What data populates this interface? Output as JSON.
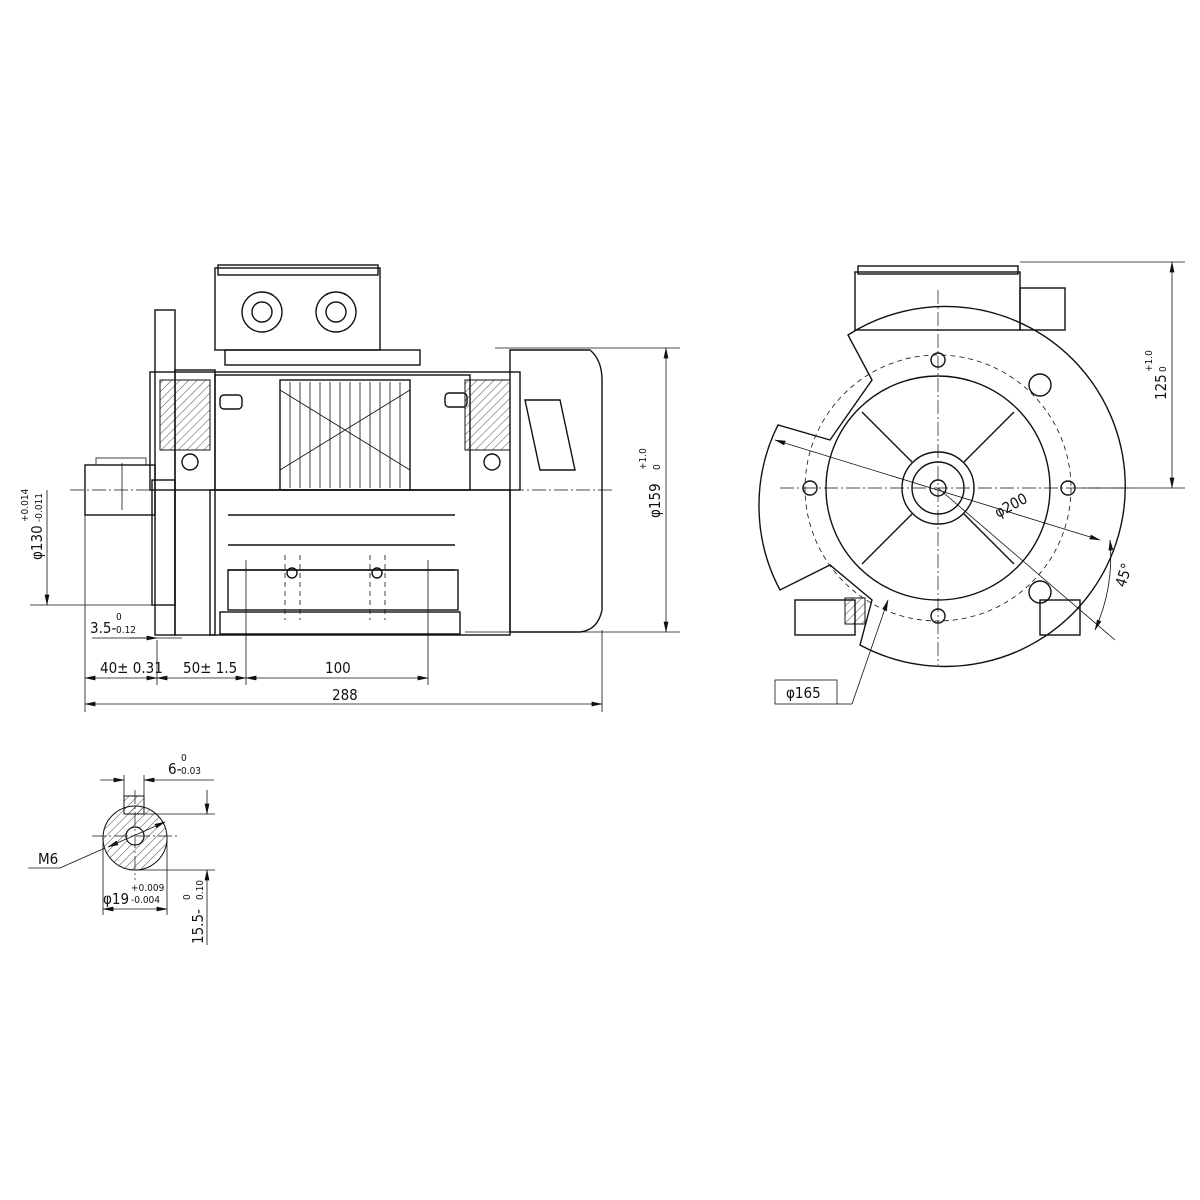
{
  "drawing": {
    "side_view": {
      "flange_spigot": {
        "base": "φ130",
        "upper": "+0.014",
        "lower": "-0.011"
      },
      "spigot_depth": {
        "base": "3.5-",
        "upper": "0",
        "lower": "0.12"
      },
      "shaft_length": "40± 0.31",
      "flange_to_foot": "50± 1.5",
      "foot_spacing": "100",
      "overall_length": "288",
      "height": {
        "base": "φ159",
        "upper": "+1.0",
        "lower": "0"
      }
    },
    "end_view": {
      "box_height": {
        "base": "125",
        "upper": "+1.0",
        "lower": "0"
      },
      "pcd": "φ200",
      "angle": "45°",
      "spigot": "φ165"
    },
    "shaft_section": {
      "key_width": {
        "base": "6-",
        "upper": "0",
        "lower": "0.03"
      },
      "thread": "M6",
      "diameter": {
        "base": "φ19",
        "upper": "+0.009",
        "lower": "-0.004"
      },
      "key_height": {
        "base": "15.5-",
        "upper": "0",
        "lower": "0.10"
      }
    }
  }
}
